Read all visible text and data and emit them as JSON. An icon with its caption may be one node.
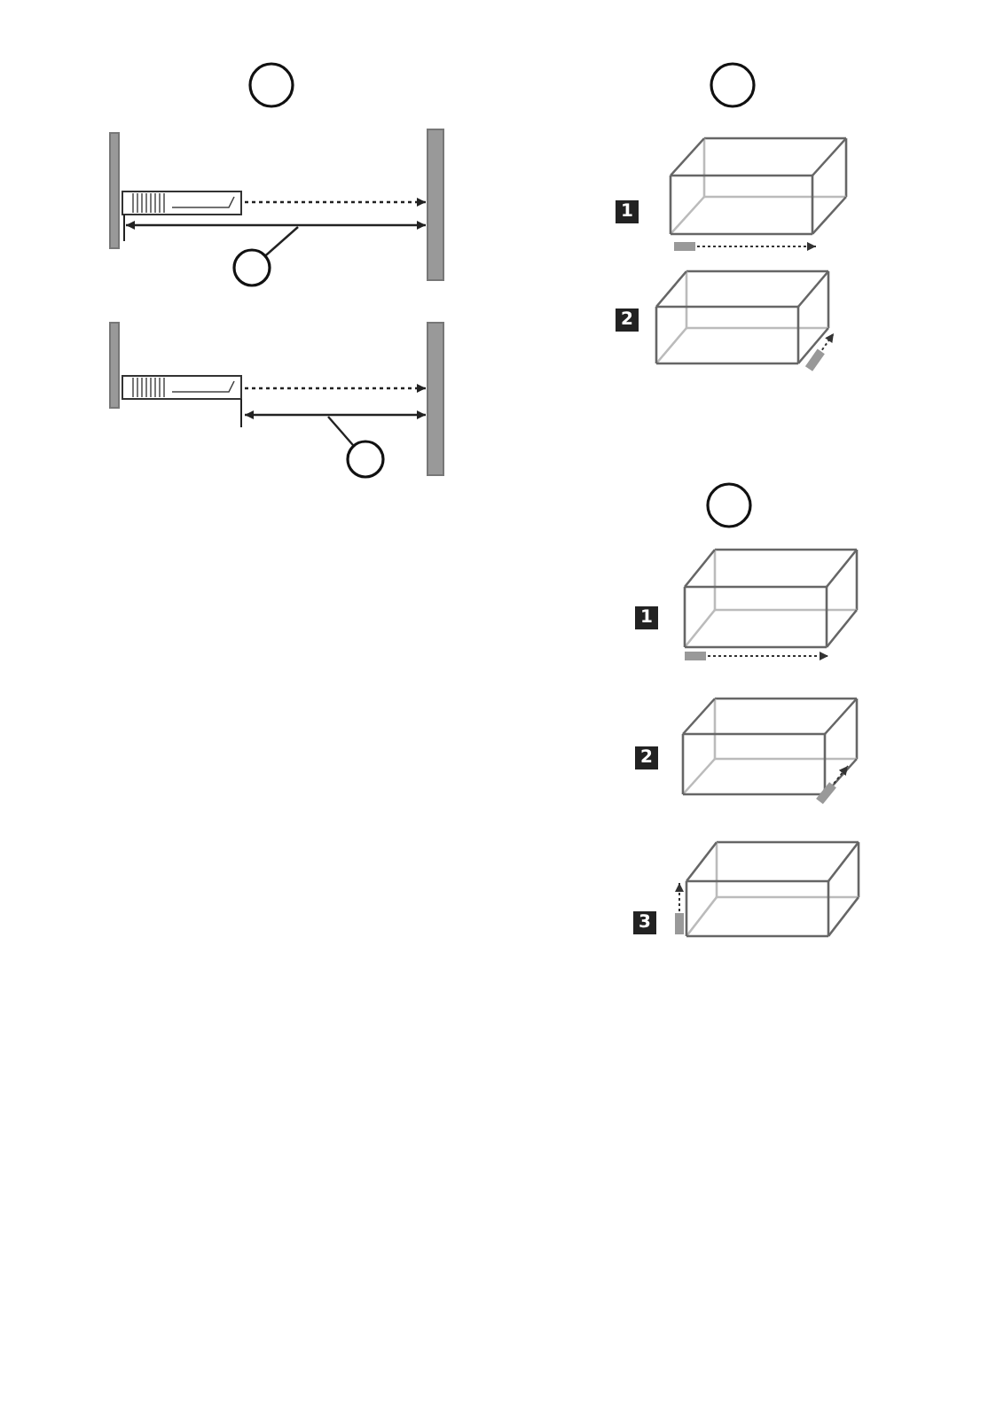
{
  "diagram": {
    "nodes": [
      {
        "text": [],
        "shape": "circle"
      },
      {
        "text": [],
        "shape": "circle"
      },
      {
        "text": [],
        "shape": "circle"
      },
      {
        "text": [],
        "shape": "circle"
      },
      {
        "text": [],
        "shape": "circle"
      }
    ],
    "edges": [
      {
        "from": 3,
        "to": null,
        "arrow": "none"
      },
      {
        "from": 4,
        "to": null,
        "arrow": "none"
      }
    ],
    "labels": [
      "1",
      "2",
      "1",
      "2",
      "3"
    ]
  }
}
